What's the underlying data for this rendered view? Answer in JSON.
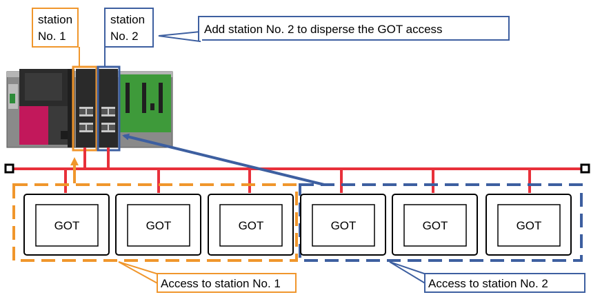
{
  "labels": {
    "station1": [
      "station",
      "No. 1"
    ],
    "station2": [
      "station",
      "No. 2"
    ],
    "add_station_note": "Add station No. 2 to disperse the GOT access",
    "access_station1": "Access to station No. 1",
    "access_station2": "Access to station No. 2"
  },
  "got_terminals": [
    "GOT",
    "GOT",
    "GOT",
    "GOT",
    "GOT",
    "GOT"
  ],
  "colors": {
    "orange": "#F0962C",
    "blue": "#3D5FA0",
    "network": "#E8303A",
    "got_fill": "#ffffff",
    "plc_dark": "#2b2b2b",
    "plc_magenta": "#C2185B",
    "plc_green": "#3E9A3A"
  }
}
